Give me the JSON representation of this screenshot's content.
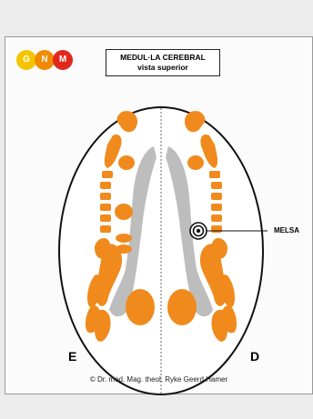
{
  "logo": {
    "letters": [
      "G",
      "N",
      "M"
    ],
    "colors": [
      "#f5c400",
      "#f08a00",
      "#e0281d"
    ]
  },
  "title": {
    "line1": "MEDUL·LA CEREBRAL",
    "line2": "vista superior"
  },
  "labels": {
    "left": "E",
    "right": "D",
    "marker": "MELSA"
  },
  "copyright": "© Dr. med. Mag. theol. Ryke Geerd Hamer",
  "colors": {
    "relay_orange": "#f08a1c",
    "ventricle_gray": "#bdbdbd",
    "outline": "#111111"
  }
}
